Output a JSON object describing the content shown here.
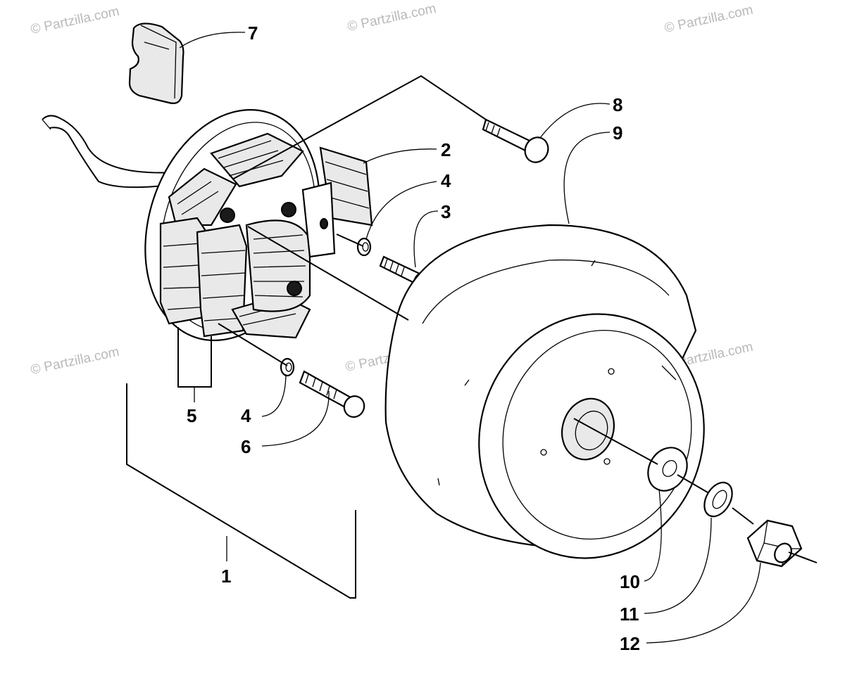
{
  "watermarks": [
    "© Partzilla.com",
    "© Partzilla.com",
    "© Partzilla.com",
    "© Partzilla.com",
    "© Partzilla.com",
    "© Partzilla.com"
  ],
  "callouts": [
    "7",
    "8",
    "9",
    "2",
    "4",
    "3",
    "5",
    "4",
    "6",
    "1",
    "10",
    "11",
    "12"
  ],
  "parts": {
    "felt_pad": "felt-pad-icon",
    "stator": "stator-icon",
    "flywheel": "flywheel-icon",
    "bolt": "bolt-icon",
    "screw": "screw-icon",
    "washer": "washer-icon",
    "lock_washer": "lock-washer-icon",
    "nut": "hex-nut-icon"
  },
  "colors": {
    "ink": "#000000",
    "watermark": "#b9b9b9",
    "background": "#ffffff"
  }
}
